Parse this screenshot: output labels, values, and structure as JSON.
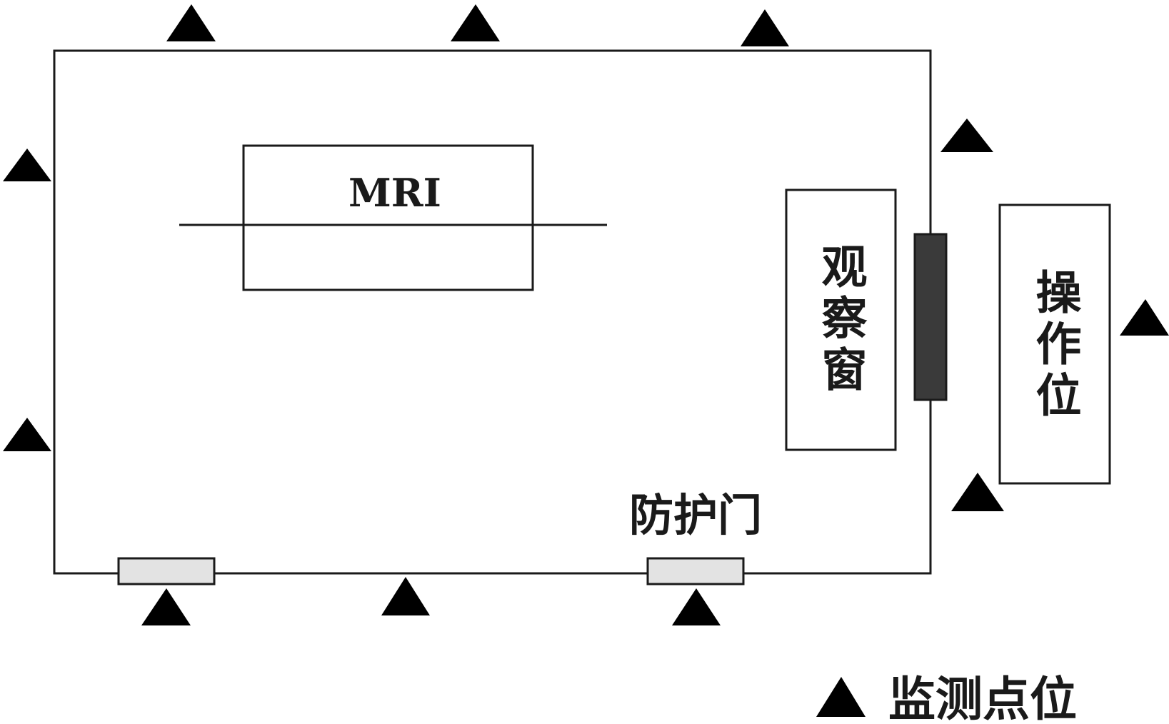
{
  "labels": {
    "mri": "MRI",
    "observation_window": "观察窗",
    "operator_position": "操作位",
    "protective_door": "防护门",
    "legend": "监测点位"
  },
  "colors": {
    "line": "#1a1a1a",
    "marker": "#000000",
    "door_fill": "#e3e3e3",
    "window_seal_fill": "#3a3a3a",
    "background": "#ffffff"
  },
  "legend": {
    "icon": "triangle-marker-icon"
  }
}
